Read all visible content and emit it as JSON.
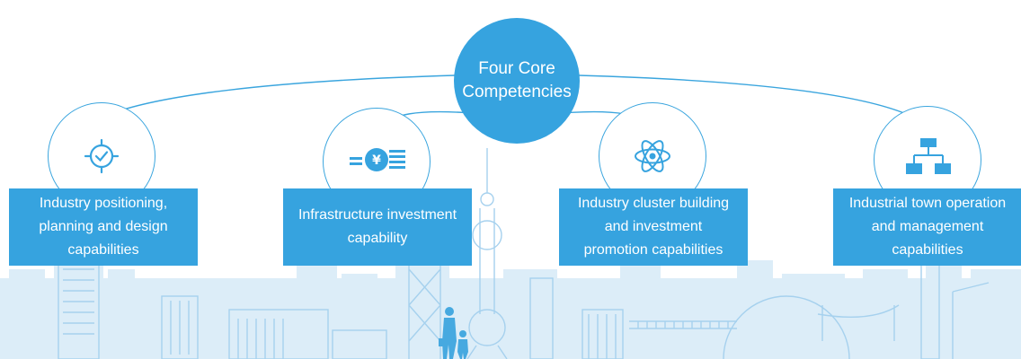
{
  "center": {
    "line1": "Four Core",
    "line2": "Competencies"
  },
  "competencies": [
    {
      "icon": "target-check-icon",
      "lines": [
        "Industry positioning,",
        "planning and design",
        "capabilities"
      ]
    },
    {
      "icon": "yen-coins-icon",
      "lines": [
        "Infrastructure investment",
        "capability"
      ]
    },
    {
      "icon": "atom-icon",
      "lines": [
        "Industry cluster building",
        "and investment",
        "promotion capabilities"
      ]
    },
    {
      "icon": "org-chart-icon",
      "lines": [
        "Industrial town operation",
        "and management",
        "capabilities"
      ]
    }
  ],
  "colors": {
    "accent": "#36a3df",
    "outline": "#3aa5de",
    "skyline": "#d6eaf7",
    "skyline_line": "#a9d3ef"
  }
}
